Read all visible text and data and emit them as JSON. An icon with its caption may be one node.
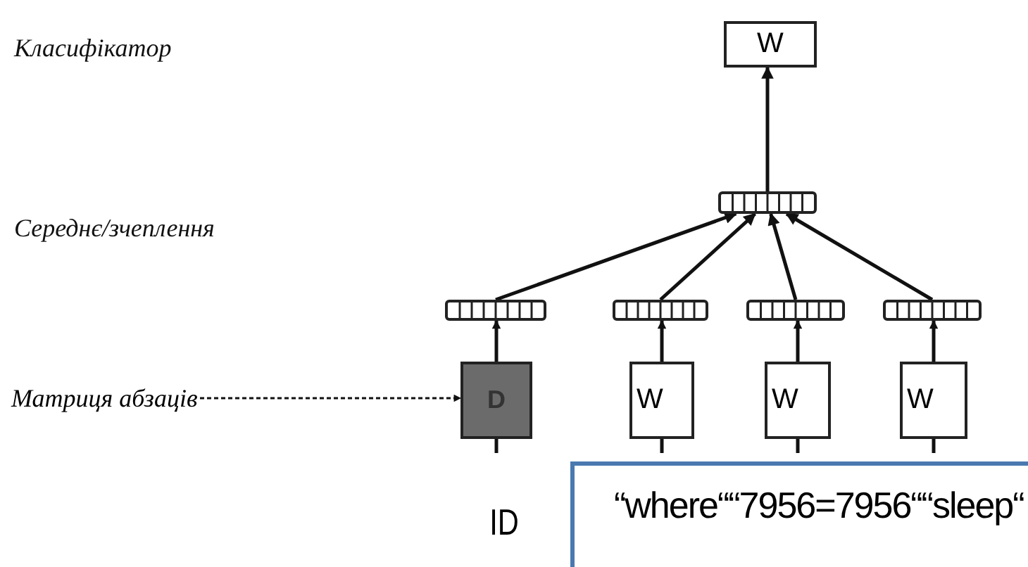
{
  "diagram": {
    "nodes": [
      {
        "text": [
          "W"
        ]
      },
      {
        "text": [],
        "shape": "bar"
      },
      {
        "text": [],
        "shape": "bar"
      },
      {
        "text": [],
        "shape": "bar"
      },
      {
        "text": [],
        "shape": "bar"
      },
      {
        "text": [],
        "shape": "bar"
      },
      {
        "text": [
          "D"
        ]
      },
      {
        "text": [
          "W"
        ]
      },
      {
        "text": [
          "W"
        ]
      },
      {
        "text": [
          "W"
        ]
      },
      {
        "text": [
          "Матриця абзаців"
        ]
      },
      {
        "text": [
          "ID"
        ]
      },
      {
        "text": [
          "“where““7956=7956““sleep“"
        ]
      }
    ],
    "edges": [
      {
        "from": 1,
        "to": 0,
        "arrow": "to"
      },
      {
        "from": 2,
        "to": 1,
        "arrow": "to"
      },
      {
        "from": 3,
        "to": 1,
        "arrow": "to"
      },
      {
        "from": 4,
        "to": 1,
        "arrow": "to"
      },
      {
        "from": 5,
        "to": 1,
        "arrow": "to"
      },
      {
        "from": 6,
        "to": 2,
        "arrow": "to"
      },
      {
        "from": 7,
        "to": 3,
        "arrow": "to"
      },
      {
        "from": 8,
        "to": 4,
        "arrow": "to"
      },
      {
        "from": 9,
        "to": 5,
        "arrow": "to"
      },
      {
        "from": 10,
        "to": 6,
        "arrow": "to",
        "style": "dashed"
      },
      {
        "from": null,
        "to": 6,
        "arrow": "none"
      },
      {
        "from": null,
        "to": 7,
        "arrow": "none"
      },
      {
        "from": null,
        "to": 8,
        "arrow": "none"
      },
      {
        "from": null,
        "to": 9,
        "arrow": "none"
      }
    ],
    "labels": [
      "Класифікатор",
      "Середнє/зчеплення"
    ]
  }
}
